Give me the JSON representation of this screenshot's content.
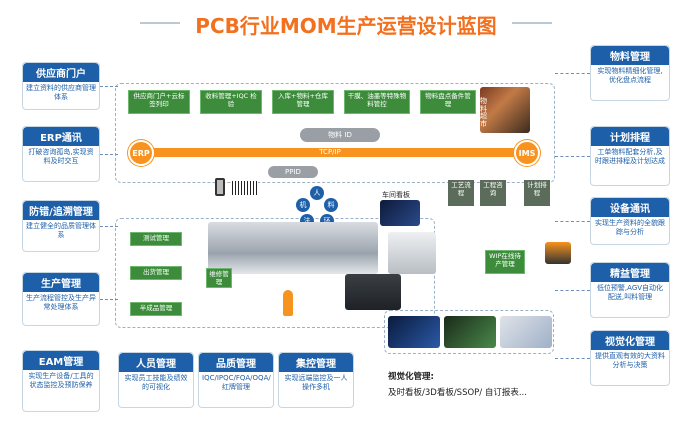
{
  "title": "PCB行业MOM生产运营设计蓝图",
  "left_cards": [
    {
      "title": "供应商门户",
      "desc": "建立资料的供应商管理体系"
    },
    {
      "title": "ERP通讯",
      "desc": "打破咨询孤岛,实现资料及时交互"
    },
    {
      "title": "防错/追溯管理",
      "desc": "建立健全的品质管理体系"
    },
    {
      "title": "生产管理",
      "desc": "生产流程管控及生产异常处理体系"
    },
    {
      "title": "EAM管理",
      "desc": "实现生产设备/工具的状态监控及预防保养"
    }
  ],
  "right_cards": [
    {
      "title": "物料管理",
      "desc": "实现物料精细化管理,优化盘点流程"
    },
    {
      "title": "计划排程",
      "desc": "工单物料配套分析,及时跟进排程及计划达成"
    },
    {
      "title": "设备通讯",
      "desc": "实现生产资料的全貌跟踪与分析"
    },
    {
      "title": "精益管理",
      "desc": "低位预警,AGV自动化配送,叫料管理"
    },
    {
      "title": "视觉化管理",
      "desc": "提供直观有效的大资料分析与决策"
    }
  ],
  "bottom_cards": [
    {
      "title": "人员管理",
      "desc": "实现员工技能及绩效的可视化"
    },
    {
      "title": "品质管理",
      "desc": "IQC/IPQC/FQA/OQA/ 红牌管理"
    },
    {
      "title": "集控管理",
      "desc": "实现远端监控及一人操作多机"
    }
  ],
  "process_steps": [
    "供应商门户+云标签列印",
    "收料管理+IQC 检验",
    "入库+物料+仓库管理",
    "干膜、油墨等特殊物料管控",
    "物料盘点备件管理"
  ],
  "material_super": "物料超市",
  "material_id": "物料 ID",
  "erp_label": "ERP",
  "ims_label": "IMS",
  "tcpip_label": "TCP/IP",
  "ppid_label": "PPID",
  "workshop_label": "车间看板",
  "right_small_boxes": [
    "工艺流程",
    "工程咨询",
    "计划排程"
  ],
  "left_inner_boxes": [
    "测试管理",
    "出货管理",
    "半成品管理"
  ],
  "repair_label": "维修管理",
  "wip_label": "WIP在线待产管理",
  "circle_labels": [
    "人",
    "机",
    "料",
    "法",
    "环"
  ],
  "visual_title": "视觉化管理:",
  "visual_desc": "及时看板/3D看板/SSOP/ 自订报表...",
  "colors": {
    "brand_blue": "#1d5fa8",
    "orange": "#f7931e",
    "green": "#3c8c3c",
    "title_orange": "#f2701e"
  }
}
